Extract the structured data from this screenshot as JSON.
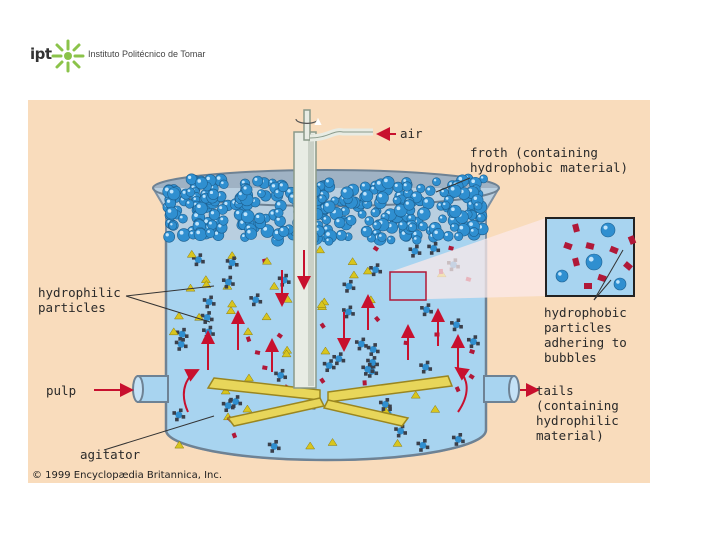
{
  "logo": {
    "abbr": "ipt",
    "name": "Instituto Politécnico de Tomar",
    "accent": "#8bc34a"
  },
  "figure": {
    "background": "#f9dcbc",
    "liquid": "#a8d4f0",
    "labels": {
      "air": "air",
      "froth": [
        "froth (containing",
        "hydrophobic material)"
      ],
      "hydrophilic": [
        "hydrophilic",
        "particles"
      ],
      "pulp": "pulp",
      "agitator": "agitator",
      "hydrophobic": [
        "hydrophobic",
        "particles",
        "adhering to",
        "bubbles"
      ],
      "tails": [
        "tails",
        "(containing",
        "hydrophilic",
        "material)"
      ]
    },
    "copyright": "© 1999 Encyclopædia Britannica, Inc.",
    "colors": {
      "bubble": "#2f8fd0",
      "arrow": "#c8102e",
      "hydrophilic_particle": "#d8c51e",
      "hydrophobic_particle": "#b01838"
    }
  }
}
